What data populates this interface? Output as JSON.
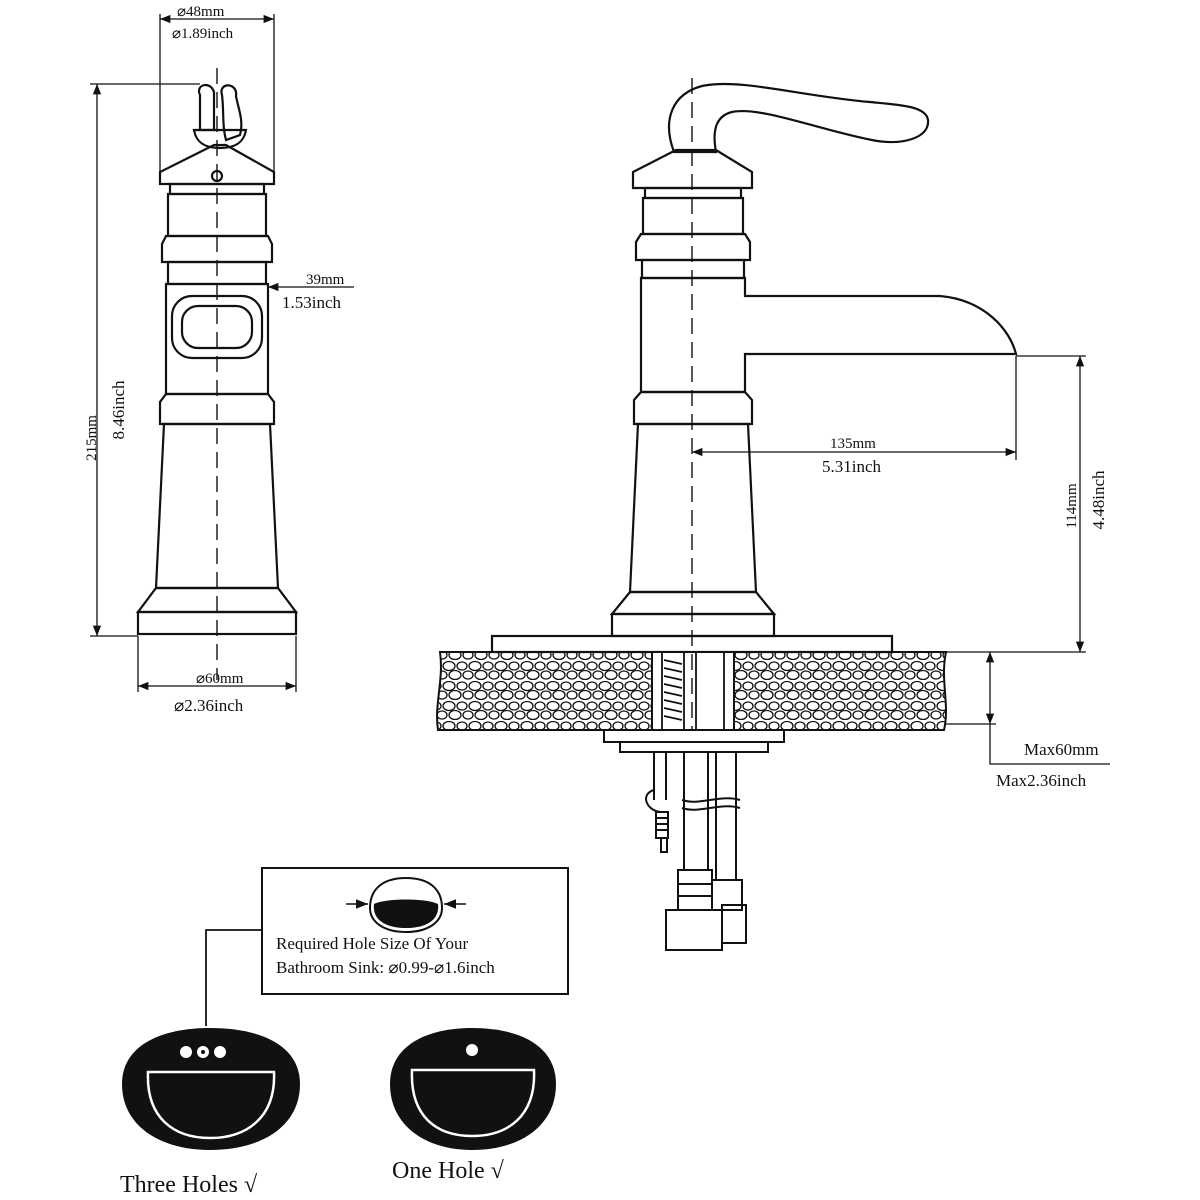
{
  "side_view": {
    "top_dia_mm": "⌀48mm",
    "top_dia_inch": "⌀1.89inch",
    "height_mm": "215mm",
    "height_inch": "8.46inch",
    "body_mm": "39mm",
    "body_inch": "1.53inch",
    "base_dia_mm": "⌀60mm",
    "base_dia_inch": "⌀2.36inch"
  },
  "front_view": {
    "reach_mm": "135mm",
    "reach_inch": "5.31inch",
    "spout_height_mm": "114mm",
    "spout_height_inch": "4.48inch",
    "deck_max_mm": "Max60mm",
    "deck_max_inch": "Max2.36inch"
  },
  "hole_note": {
    "line1": "Required Hole Size Of Your",
    "line2": "Bathroom Sink: ⌀0.99-⌀1.6inch"
  },
  "sinks": {
    "three_holes_label": "Three Holes √",
    "one_hole_label": "One Hole  √"
  },
  "colors": {
    "line": "#111111",
    "background": "#ffffff"
  }
}
